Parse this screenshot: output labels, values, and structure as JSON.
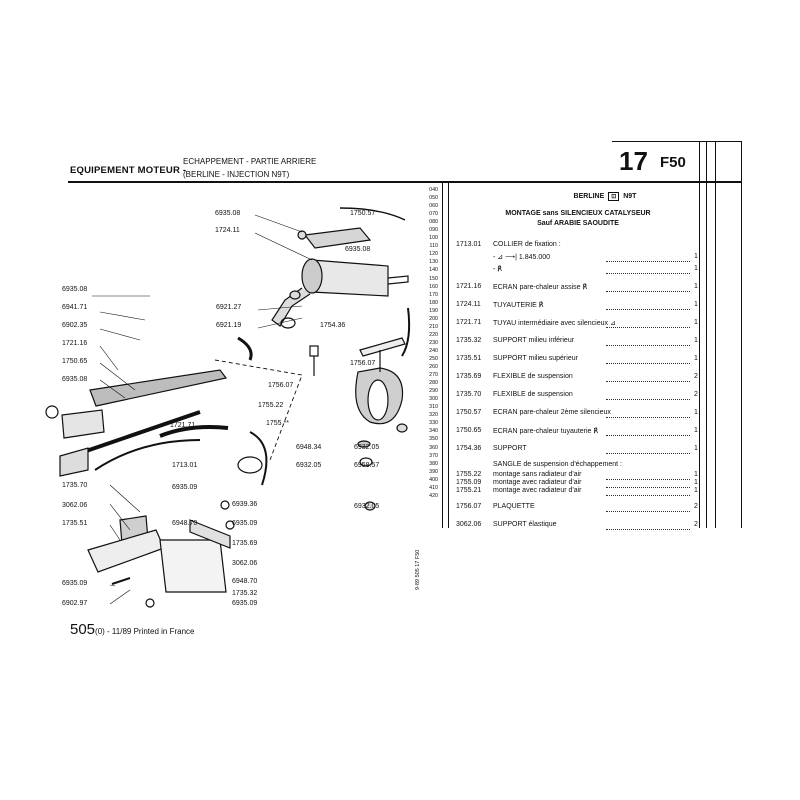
{
  "header": {
    "section": "EQUIPEMENT MOTEUR -",
    "subtitle_line1": "ECHAPPEMENT - PARTIE ARRIERE",
    "subtitle_line2": "(BERLINE - INJECTION N9T)",
    "group_number": "17",
    "model_code": "F50"
  },
  "scale_ticks": [
    "040",
    "050",
    "060",
    "070",
    "080",
    "090",
    "100",
    "110",
    "120",
    "130",
    "140",
    "150",
    "160",
    "170",
    "180",
    "190",
    "200",
    "210",
    "220",
    "230",
    "240",
    "250",
    "260",
    "270",
    "280",
    "290",
    "300",
    "310",
    "320",
    "330",
    "340",
    "350",
    "360",
    "370",
    "380",
    "390",
    "400",
    "410",
    "420"
  ],
  "side_note": "9-89  505  17 F50",
  "parts_header": {
    "line1": "BERLINE",
    "line1_suffix": "N9T",
    "line2": "MONTAGE sans SILENCIEUX CATALYSEUR",
    "line3": "Sauf ARABIE SAOUDITE"
  },
  "parts": [
    {
      "ref": "1713.01",
      "designation": "COLLIER de fixation :",
      "qty": ""
    },
    {
      "ref": "",
      "designation": "-  ⊿  ⟶|  1.845.000",
      "qty": "1"
    },
    {
      "ref": "",
      "designation": "-  ℟",
      "qty": "1"
    },
    {
      "ref": "1721.16",
      "designation": "ECRAN pare-chaleur assise ℟",
      "qty": "1"
    },
    {
      "ref": "1724.11",
      "designation": "TUYAUTERIE ℟",
      "qty": "1"
    },
    {
      "ref": "1721.71",
      "designation": "TUYAU intermédiaire avec silencieux ⊿",
      "qty": "1"
    },
    {
      "ref": "1735.32",
      "designation": "SUPPORT milieu inférieur",
      "qty": "1"
    },
    {
      "ref": "1735.51",
      "designation": "SUPPORT milieu supérieur",
      "qty": "1"
    },
    {
      "ref": "1735.69",
      "designation": "FLEXIBLE de suspension",
      "qty": "2"
    },
    {
      "ref": "1735.70",
      "designation": "FLEXIBLE de suspension",
      "qty": "2"
    },
    {
      "ref": "1750.57",
      "designation": "ECRAN pare-chaleur 2ème silencieux",
      "qty": "1"
    },
    {
      "ref": "1750.65",
      "designation": "ECRAN pare-chaleur tuyauterie ℟",
      "qty": "1"
    },
    {
      "ref": "1754.36",
      "designation": "SUPPORT",
      "qty": "1"
    },
    {
      "ref": "",
      "designation": "SANGLE de suspension d'échappement :",
      "qty": ""
    },
    {
      "ref": "1755.22",
      "designation": "montage sans radiateur d'air",
      "qty": "1"
    },
    {
      "ref": "1755.09",
      "designation": "montage avec radiateur d'air",
      "qty": "1"
    },
    {
      "ref": "1755.21",
      "designation": "montage avec radiateur d'air",
      "qty": "1"
    },
    {
      "ref": "1756.07",
      "designation": "PLAQUETTE",
      "qty": "2"
    },
    {
      "ref": "3062.06",
      "designation": "SUPPORT élastique",
      "qty": "2"
    }
  ],
  "callouts": [
    "6935.08",
    "1750.57",
    "1724.11",
    "6935.08",
    "6935.08",
    "6941.71",
    "6902.35",
    "1721.16",
    "1750.65",
    "6935.08",
    "6921.27",
    "6921.19",
    "1754.36",
    "1756.07",
    "1756.07",
    "1755.22",
    "1755 **",
    "1721.71",
    "6948.34",
    "6932.05",
    "6932.05",
    "6958.57",
    "1713.01",
    "6932.05",
    "6935.09",
    "1735.70",
    "3062.06",
    "6939.36",
    "1735.51",
    "6948.70",
    "6935.09",
    "1735.69",
    "3062.06",
    "6935.09",
    "6948.70",
    "1735.32",
    "6902.97",
    "6935.09"
  ],
  "footer": {
    "page": "505",
    "suffix": "(0) - 11/89 Printed in France"
  }
}
